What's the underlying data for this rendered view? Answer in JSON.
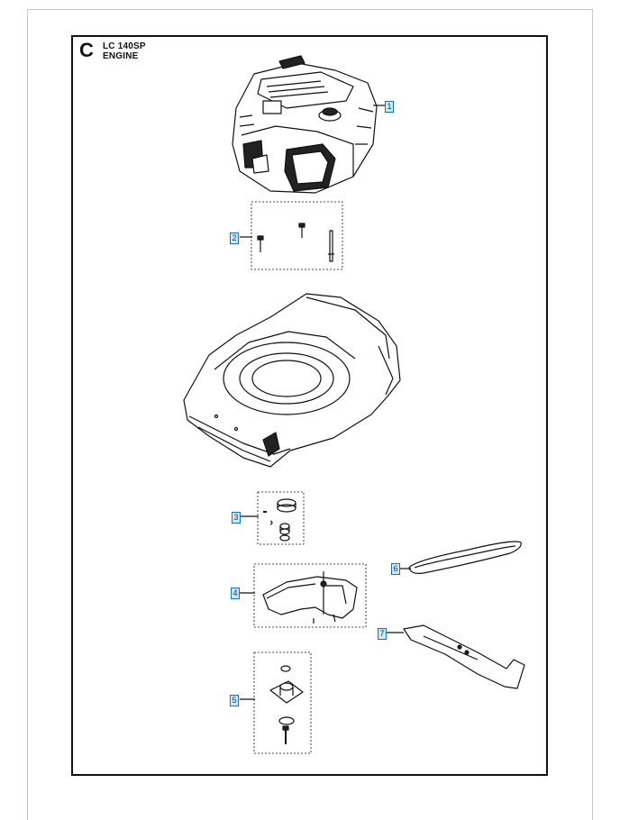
{
  "header": {
    "section_letter": "C",
    "model": "LC 140SP",
    "group": "ENGINE"
  },
  "callouts": [
    {
      "id": "callout-1",
      "label": "1"
    },
    {
      "id": "callout-2",
      "label": "2"
    },
    {
      "id": "callout-3",
      "label": "3"
    },
    {
      "id": "callout-4",
      "label": "4"
    },
    {
      "id": "callout-5",
      "label": "5"
    },
    {
      "id": "callout-6",
      "label": "6"
    },
    {
      "id": "callout-7",
      "label": "7"
    }
  ]
}
